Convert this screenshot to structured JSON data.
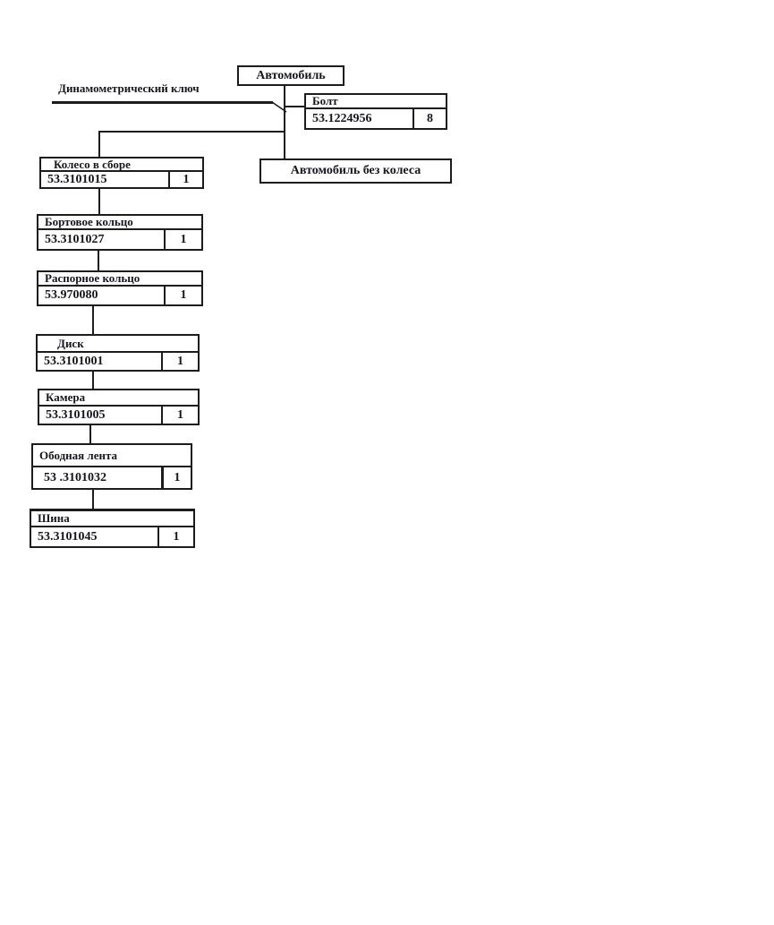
{
  "diagram": {
    "root_label": "Автомобиль",
    "tool_label": "Динамометрический ключ",
    "subassembly_label": "Автомобиль без колеса",
    "bolt": {
      "name": "Болт",
      "part_number": "53.1224956",
      "qty": "8"
    },
    "chain": [
      {
        "name": "Колесо в сборе",
        "part_number": "53.3101015",
        "qty": "1"
      },
      {
        "name": "Бортовое кольцо",
        "part_number": "53.3101027",
        "qty": "1"
      },
      {
        "name": "Распорное кольцо",
        "part_number": "53.970080",
        "qty": "1"
      },
      {
        "name": "Диск",
        "part_number": "53.3101001",
        "qty": "1"
      },
      {
        "name": "Камера",
        "part_number": "53.3101005",
        "qty": "1"
      },
      {
        "name": "Ободная лента",
        "part_number": "53 .3101032",
        "qty": "1"
      },
      {
        "name": "Шина",
        "part_number": "53.3101045",
        "qty": "1"
      }
    ],
    "colors": {
      "line": "#1c1c1c",
      "text": "#16161e",
      "background": "#ffffff"
    }
  }
}
